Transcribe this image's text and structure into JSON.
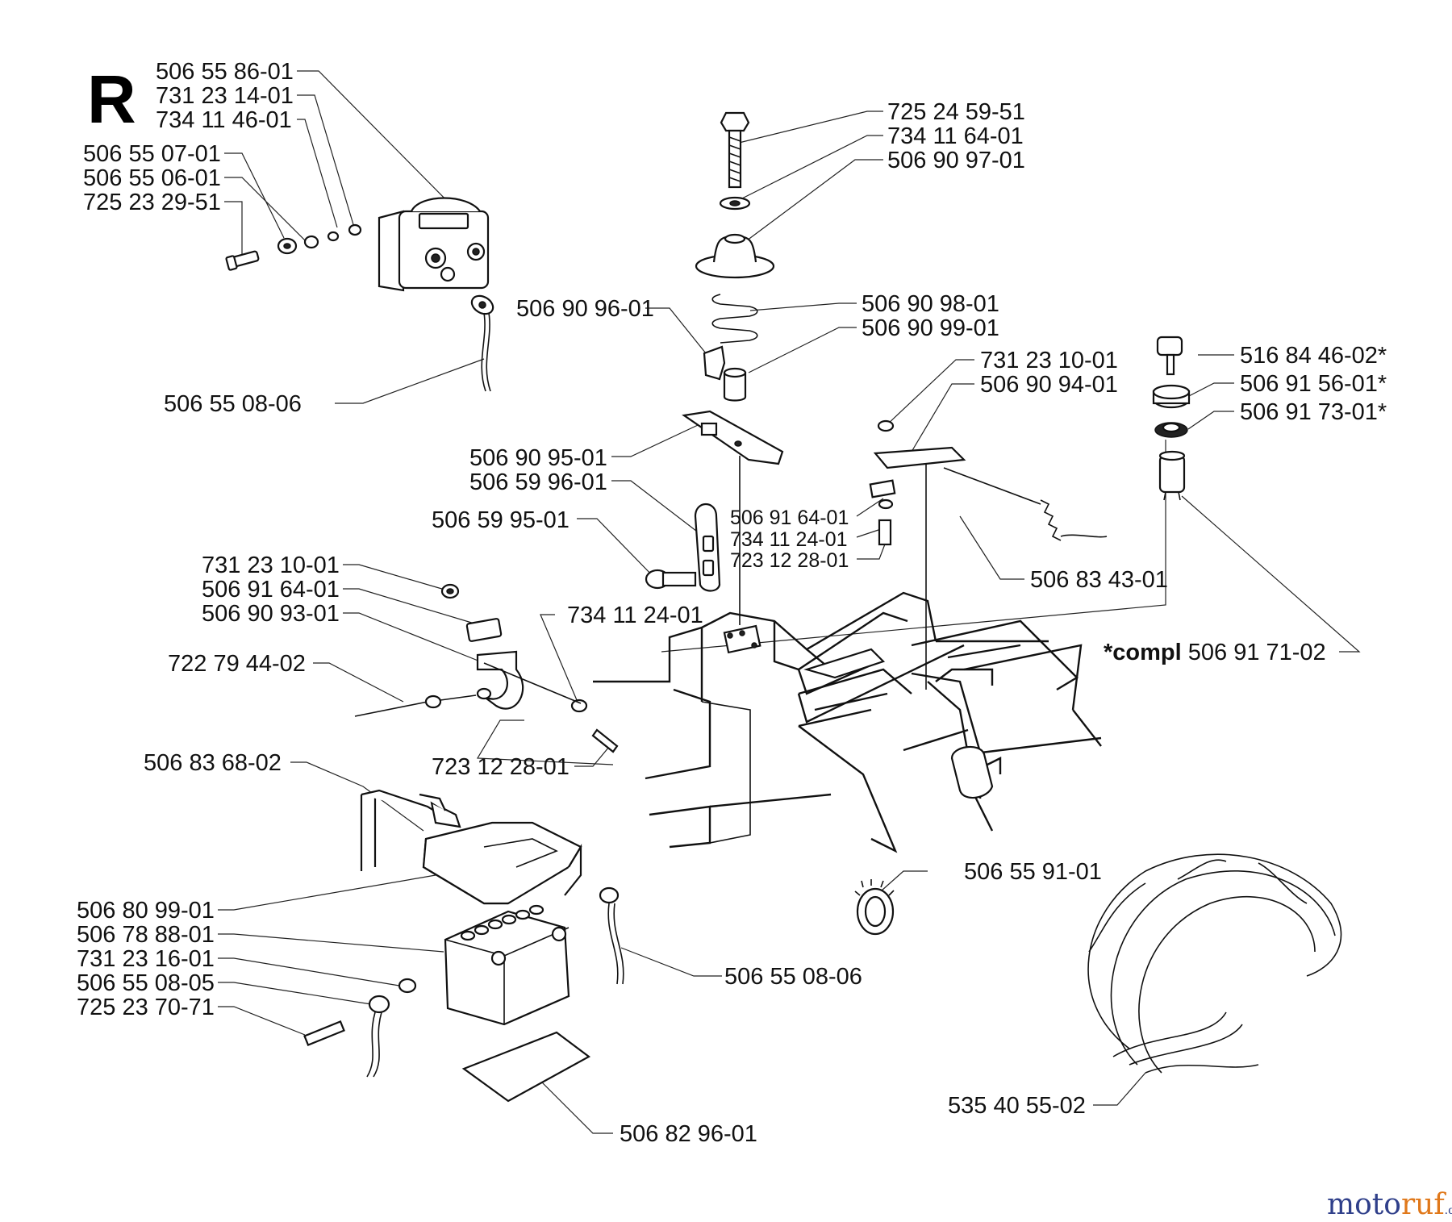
{
  "section_letter": "R",
  "labels": {
    "p1": "506 55 86-01",
    "p2": "731 23 14-01",
    "p3": "734 11 46-01",
    "p4": "506 55 07-01",
    "p5": "506 55 06-01",
    "p6": "725 23 29-51",
    "p7": "506 55 08-06",
    "p8": "725 24 59-51",
    "p9": "734 11 64-01",
    "p10": "506 90 97-01",
    "p11": "506 90 96-01",
    "p12": "506 90 98-01",
    "p13": "506 90 99-01",
    "p14": "731 23 10-01",
    "p15": "506 90 94-01",
    "p16": "516 84 46-02*",
    "p17": "506 91 56-01*",
    "p18": "506 91 73-01*",
    "p19": "506 90 95-01",
    "p20": "506 59 96-01",
    "p21": "506 59 95-01",
    "p22": "506 91 64-01",
    "p23": "734 11 24-01",
    "p24": "723 12 28-01",
    "p25": "506 83 43-01",
    "p26": "731 23 10-01",
    "p27": "506 91 64-01",
    "p28": "506 90 93-01",
    "p29": "734 11 24-01",
    "p30": "722 79 44-02",
    "p31": "506 83 68-02",
    "p32": "723 12 28-01",
    "p33": "506 55 91-01",
    "p34": "506 80 99-01",
    "p35": "506 78 88-01",
    "p36": "731 23 16-01",
    "p37": "506 55 08-05",
    "p38": "725 23 70-71",
    "p39": "506 55 08-06",
    "p40": "506 82 96-01",
    "p41": "535 40 55-02"
  },
  "compl": {
    "prefix": "*compl",
    "number": "506 91 71-02"
  },
  "watermark": {
    "part1": "moto",
    "part2": "ruf",
    "suffix": ".de"
  }
}
